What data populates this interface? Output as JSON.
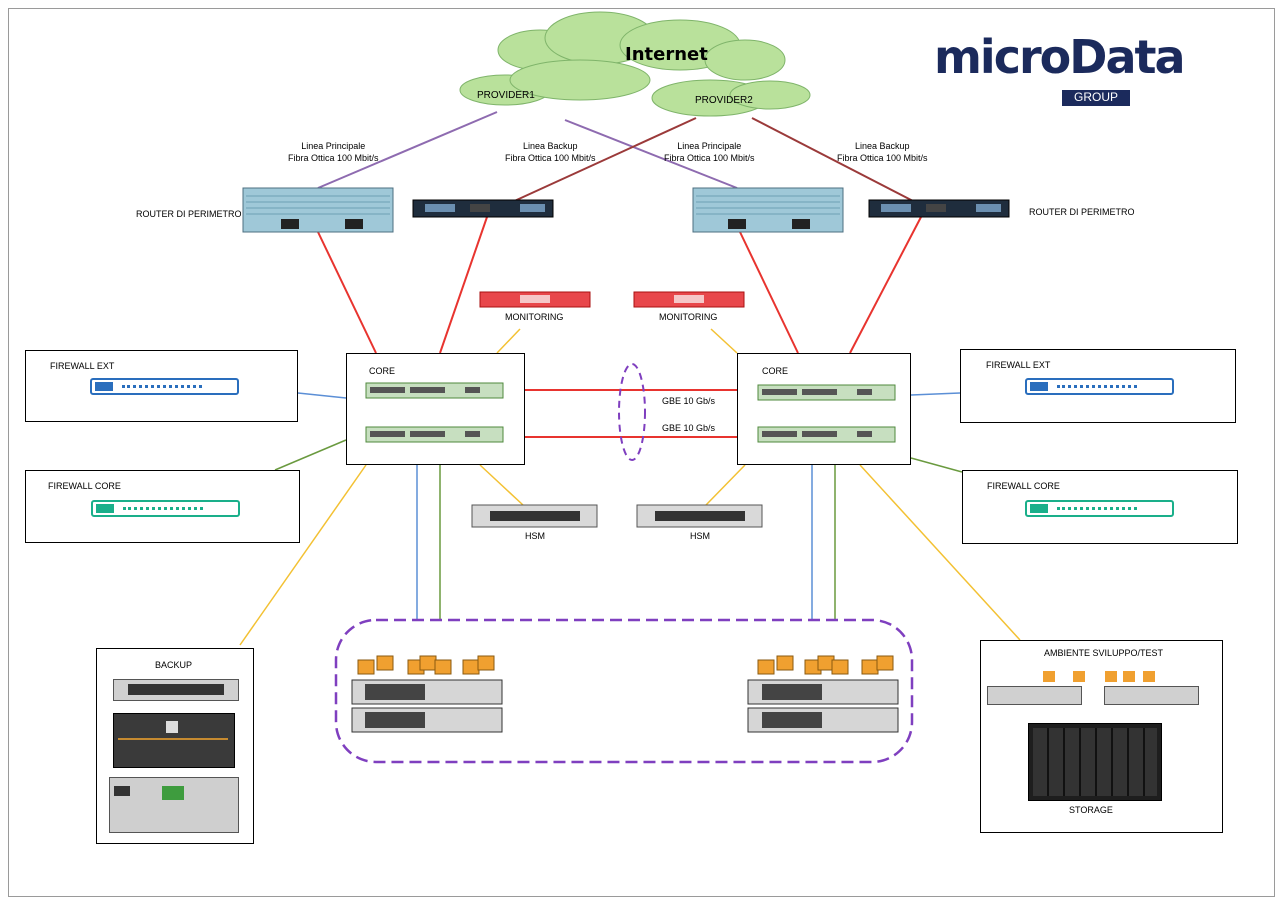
{
  "logo": {
    "main": "microData",
    "group": "GROUP"
  },
  "cloud": {
    "title": "Internet",
    "provider1": "PROVIDER1",
    "provider2": "PROVIDER2"
  },
  "links": [
    {
      "line1": "Linea Principale",
      "line2": "Fibra Ottica 100 Mbit/s"
    },
    {
      "line1": "Linea Backup",
      "line2": "Fibra Ottica 100 Mbit/s"
    },
    {
      "line1": "Linea Principale",
      "line2": "Fibra Ottica 100 Mbit/s"
    },
    {
      "line1": "Linea Backup",
      "line2": "Fibra Ottica 100 Mbit/s"
    }
  ],
  "routers": {
    "left_label": "ROUTER DI PERIMETRO",
    "right_label": "ROUTER DI PERIMETRO"
  },
  "monitoring": {
    "left": "MONITORING",
    "right": "MONITORING"
  },
  "core": {
    "left": "CORE",
    "right": "CORE"
  },
  "interlink": {
    "top": "GBE 10 Gb/s",
    "bottom": "GBE 10 Gb/s"
  },
  "firewalls": {
    "ext_left": "FIREWALL EXT",
    "ext_right": "FIREWALL EXT",
    "core_left": "FIREWALL CORE",
    "core_right": "FIREWALL CORE"
  },
  "hsm": {
    "left": "HSM",
    "right": "HSM"
  },
  "backup": {
    "title": "BACKUP"
  },
  "dev_env": {
    "title": "AMBIENTE SVILUPPO/TEST",
    "storage": "STORAGE"
  },
  "colors": {
    "wan_purple": "#8e6bb0",
    "wan_darkred": "#9b3a3a",
    "red": "#e8342f",
    "yellow": "#f3c133",
    "blue": "#5b8fd6",
    "green": "#6a9a3f",
    "cluster_dash": "#7f3fbf",
    "navy": "#1b2a5c"
  }
}
